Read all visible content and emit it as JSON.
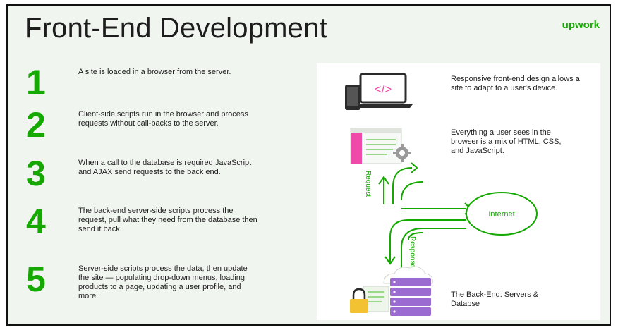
{
  "title": "Front-End Development",
  "brand": "upwork",
  "colors": {
    "accent_green": "#14a800",
    "pink": "#ef4aa9",
    "purple": "#9b6bd1",
    "yellow": "#f2c232",
    "panel_bg": "#ffffff",
    "page_bg": "#f1f5f0"
  },
  "steps": [
    {
      "num": "1",
      "text": "A site is loaded in a browser from the server."
    },
    {
      "num": "2",
      "text": "Client-side scripts run in the browser and process requests without call-backs to the server."
    },
    {
      "num": "3",
      "text": "When a call to the database is required JavaScript and AJAX send requests to the back end."
    },
    {
      "num": "4",
      "text": "The back-end server-side scripts process the request, pull what they need from the database then send it back."
    },
    {
      "num": "5",
      "text": "Server-side scripts process the data, then update the site — populating drop-down menus, loading products to a page, updating a user profile, and more."
    }
  ],
  "diagram": {
    "device_caption": "Responsive front-end design allows a site to adapt to a user's device.",
    "code_glyph": "</>",
    "browser_caption": "Everything a user sees in the browser is a mix of HTML, CSS, and JavaScript.",
    "request_label": "Request",
    "internet_label": "Internet",
    "response_label": "Response",
    "backend_caption": "The Back-End: Servers & Databse",
    "icons": [
      "laptop-phone-icon",
      "browser-window-icon",
      "gear-icon",
      "server-cloud-icon",
      "lock-icon"
    ]
  }
}
